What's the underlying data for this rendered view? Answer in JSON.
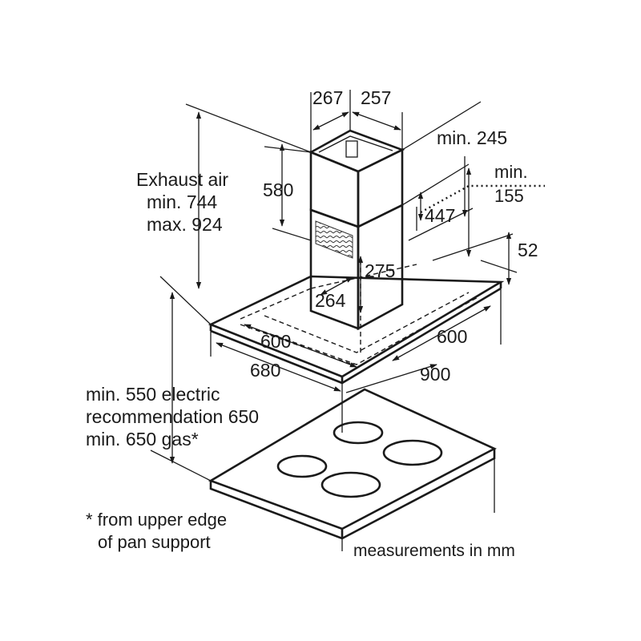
{
  "labels": {
    "chimney_width": "267",
    "chimney_depth": "257",
    "min_245": "min. 245",
    "min_155_a": "min.",
    "min_155_b": "155",
    "chimney_580": "580",
    "exhaust_1": "Exhaust air",
    "exhaust_2": "min. 744",
    "exhaust_3": "max. 924",
    "dim_447": "447",
    "dim_52": "52",
    "dim_275": "275",
    "dim_264": "264",
    "dim_600_left": "600",
    "dim_600_right": "600",
    "dim_680": "680",
    "dim_900": "900",
    "install_1": "min. 550 electric",
    "install_2": "recommendation 650",
    "install_3": "min. 650 gas*",
    "footnote_1": "* from upper edge",
    "footnote_2": "of pan support",
    "units": "measurements in mm"
  }
}
